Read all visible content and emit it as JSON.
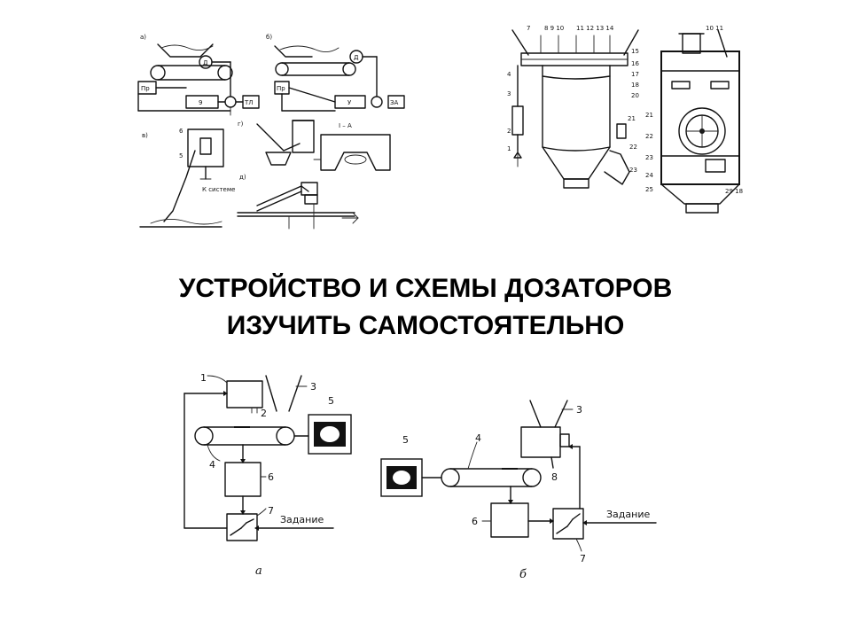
{
  "slide": {
    "title_line1": "УСТРОЙСТВО И СХЕМЫ ДОЗАТОРОВ",
    "title_line2": "ИЗУЧИТЬ САМОСТОЯТЕЛЬНО"
  },
  "schematic_a": {
    "task_label": "Задание",
    "caption": "а"
  },
  "schematic_b": {
    "task_label": "Задание",
    "caption": "б"
  },
  "top_left_figure": {
    "note_label": "К системе"
  }
}
